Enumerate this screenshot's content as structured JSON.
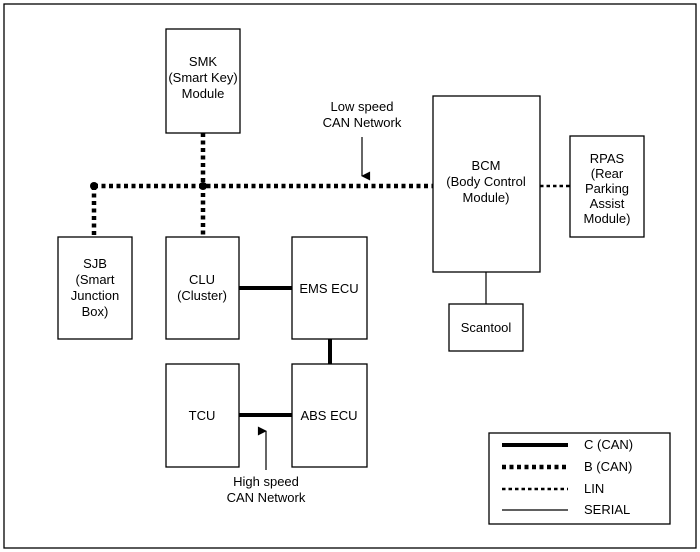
{
  "modules": {
    "smk": [
      "SMK",
      "(Smart Key)",
      "Module"
    ],
    "bcm": [
      "BCM",
      "(Body Control",
      "Module)"
    ],
    "rpas": [
      "RPAS",
      "(Rear",
      "Parking",
      "Assist",
      "Module)"
    ],
    "sjb": [
      "SJB",
      "(Smart",
      "Junction",
      "Box)"
    ],
    "clu": [
      "CLU",
      "(Cluster)"
    ],
    "ems": [
      "EMS ECU"
    ],
    "scantool": [
      "Scantool"
    ],
    "tcu": [
      "TCU"
    ],
    "abs": [
      "ABS ECU"
    ]
  },
  "annotations": {
    "low_speed": [
      "Low speed",
      "CAN Network"
    ],
    "high_speed": [
      "High speed",
      "CAN Network"
    ]
  },
  "legend": {
    "items": [
      {
        "label": "C (CAN)",
        "style": "can-c"
      },
      {
        "label": "B (CAN)",
        "style": "can-b"
      },
      {
        "label": "LIN",
        "style": "lin"
      },
      {
        "label": "SERIAL",
        "style": "serial"
      }
    ]
  }
}
